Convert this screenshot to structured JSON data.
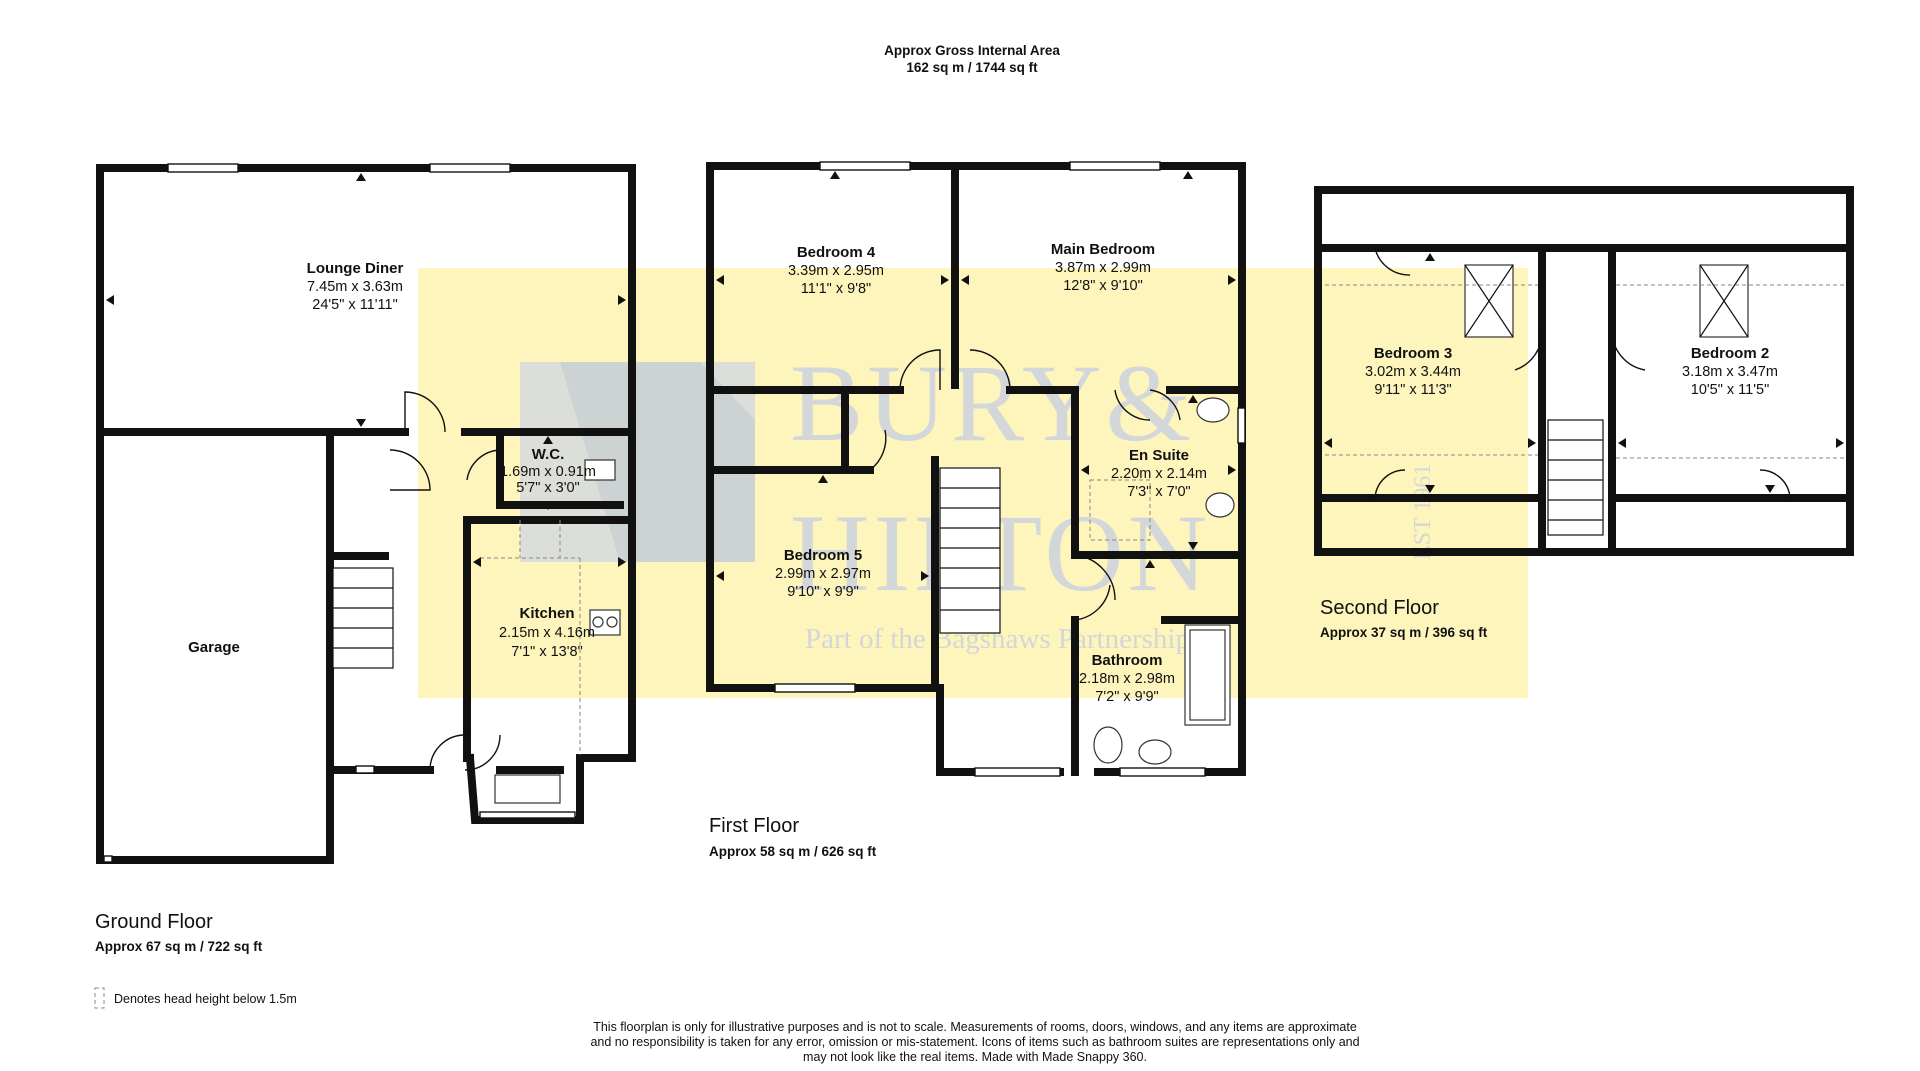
{
  "header": {
    "line1": "Approx Gross Internal Area",
    "line2": "162 sq m / 1744 sq ft"
  },
  "watermark": {
    "brand_line1": "BURY&",
    "brand_line2": "HILTON",
    "est": "EST 1961",
    "tagline": "Part of the Bagshaws Partnership"
  },
  "floors": {
    "ground": {
      "label": "Ground Floor",
      "area": "Approx 67 sq m / 722 sq ft"
    },
    "first": {
      "label": "First Floor",
      "area": "Approx 58 sq m / 626 sq ft"
    },
    "second": {
      "label": "Second Floor",
      "area": "Approx 37 sq m / 396 sq ft"
    }
  },
  "rooms": {
    "lounge": {
      "name": "Lounge Diner",
      "metric": "7.45m x 3.63m",
      "imperial": "24'5\" x 11'11\""
    },
    "garage": {
      "name": "Garage"
    },
    "wc": {
      "name": "W.C.",
      "metric": "1.69m x 0.91m",
      "imperial": "5'7\" x 3'0\""
    },
    "kitchen": {
      "name": "Kitchen",
      "metric": "2.15m x 4.16m",
      "imperial": "7'1\" x 13'8\""
    },
    "bedroom4": {
      "name": "Bedroom 4",
      "metric": "3.39m x 2.95m",
      "imperial": "11'1\" x 9'8\""
    },
    "main": {
      "name": "Main Bedroom",
      "metric": "3.87m x 2.99m",
      "imperial": "12'8\" x 9'10\""
    },
    "ensuite": {
      "name": "En Suite",
      "metric": "2.20m x 2.14m",
      "imperial": "7'3\" x 7'0\""
    },
    "bedroom5": {
      "name": "Bedroom 5",
      "metric": "2.99m x 2.97m",
      "imperial": "9'10\" x 9'9\""
    },
    "bathroom": {
      "name": "Bathroom",
      "metric": "2.18m x 2.98m",
      "imperial": "7'2\" x 9'9\""
    },
    "bedroom3": {
      "name": "Bedroom 3",
      "metric": "3.02m x 3.44m",
      "imperial": "9'11\" x 11'3\""
    },
    "bedroom2": {
      "name": "Bedroom 2",
      "metric": "3.18m x 3.47m",
      "imperial": "10'5\" x 11'5\""
    }
  },
  "legend": {
    "text": "Denotes head height below 1.5m"
  },
  "disclaimer": {
    "line1": "This floorplan is only for illustrative purposes and is not to scale. Measurements of rooms, doors, windows, and any items are approximate",
    "line2": "and no responsibility is taken for any error, omission or mis-statement. Icons of items such as bathroom suites are representations only and",
    "line3": "may not look like the real items. Made with Made Snappy 360."
  }
}
